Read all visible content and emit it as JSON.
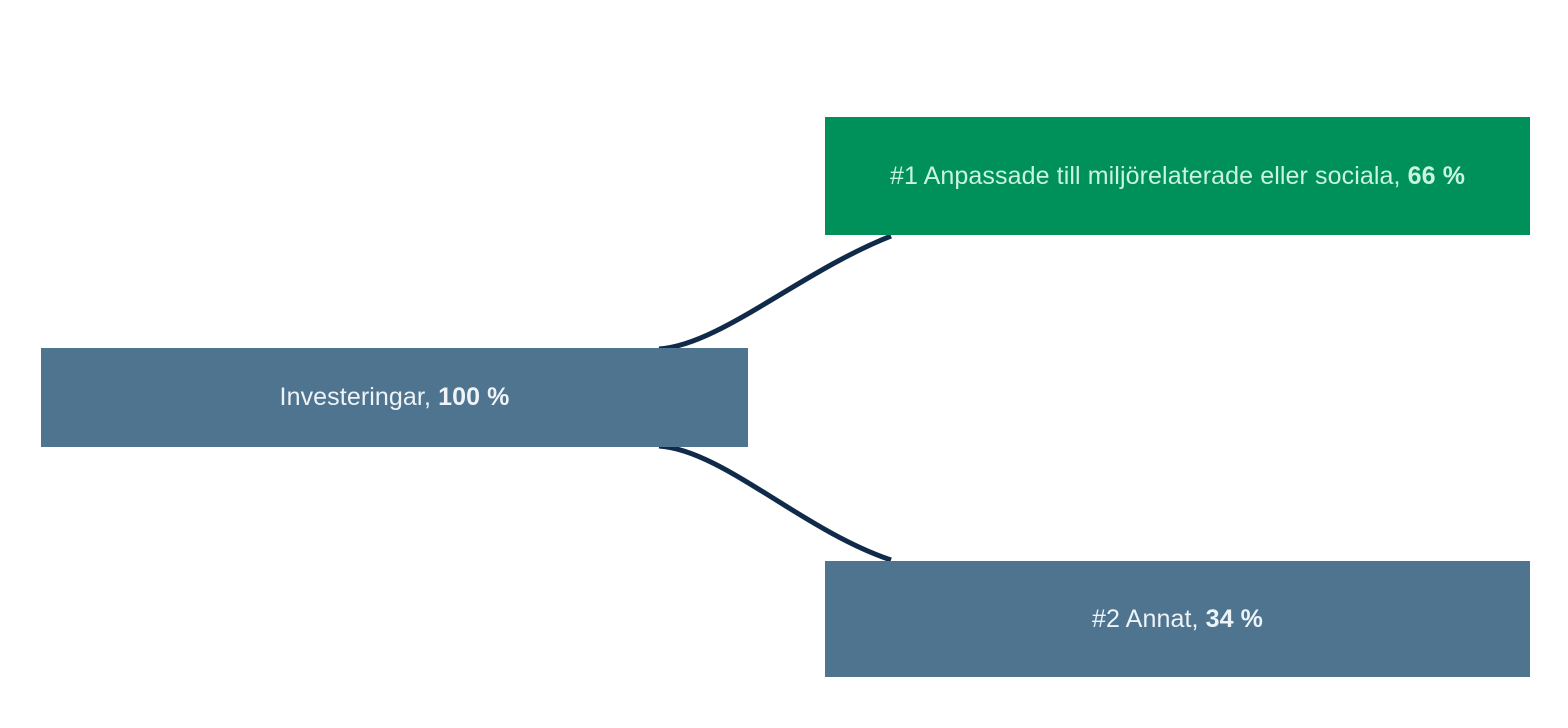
{
  "chart_data": {
    "type": "diagram",
    "subtype": "sankey-flow",
    "title": "",
    "unit": "%",
    "nodes": [
      {
        "id": "source",
        "label": "Investeringar",
        "value": "100 %",
        "full_label": "Investeringar, 100 %",
        "color": "#4e7490",
        "column": 0
      },
      {
        "id": "target-1",
        "label": "#1 Anpassade till miljörelaterade eller sociala",
        "value": "66 %",
        "full_label": "#1 Anpassade till miljörelaterade eller sociala, 66 %",
        "color": "#00915a",
        "column": 1
      },
      {
        "id": "target-2",
        "label": "#2 Annat",
        "value": "34 %",
        "full_label": "#2 Annat, 34 %",
        "color": "#4e7490",
        "column": 1
      }
    ],
    "links": [
      {
        "from": "source",
        "to": "target-1",
        "value": 66,
        "color": "#102a4a"
      },
      {
        "from": "source",
        "to": "target-2",
        "value": 34,
        "color": "#102a4a"
      }
    ],
    "categories": [
      "#1 Anpassade till miljörelaterade eller sociala",
      "#2 Annat"
    ],
    "values": [
      66,
      34
    ],
    "background": "#ffffff",
    "link_color": "#102a4a",
    "label_text_color": "#eef3f7",
    "green_label_text_color": "#c9f3e2"
  },
  "diagram": {
    "source_node": {
      "label": "Investeringar, ",
      "percent": "100 %"
    },
    "target_node_1": {
      "label": "#1 Anpassade till miljörelaterade eller sociala, ",
      "percent": "66 %"
    },
    "target_node_2": {
      "label": "#2 Annat, ",
      "percent": "34 %"
    }
  }
}
